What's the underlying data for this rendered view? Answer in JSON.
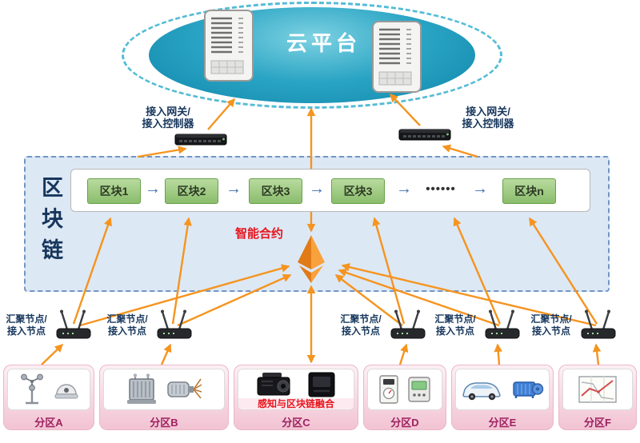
{
  "cloud": {
    "label": "云平台"
  },
  "gateways": {
    "left": {
      "line1": "接入网关/",
      "line2": "接入控制器"
    },
    "right": {
      "line1": "接入网关/",
      "line2": "接入控制器"
    }
  },
  "blockchain": {
    "title": "区块链",
    "smart_contract": "智能合约",
    "arrow_glyph": "→",
    "ellipsis": "••••••",
    "blocks": [
      {
        "label": "区块1"
      },
      {
        "label": "区块2"
      },
      {
        "label": "区块3"
      },
      {
        "label": "区块3"
      },
      {
        "label": "区块n"
      }
    ]
  },
  "agg_nodes": [
    {
      "line1": "汇聚节点/",
      "line2": "接入节点"
    },
    {
      "line1": "汇聚节点/",
      "line2": "接入节点"
    },
    {
      "line1": "汇聚节点/",
      "line2": "接入节点"
    },
    {
      "line1": "汇聚节点/",
      "line2": "接入节点"
    },
    {
      "line1": "汇聚节点/",
      "line2": "接入节点"
    }
  ],
  "zones": [
    {
      "label": "分区A"
    },
    {
      "label": "分区B"
    },
    {
      "label": "分区C",
      "banner": "感知与区块链融合"
    },
    {
      "label": "分区D"
    },
    {
      "label": "分区E"
    },
    {
      "label": "分区F"
    }
  ],
  "colors": {
    "arrow_orange": "#f5941f",
    "cloud_teal": "#1d9cbe",
    "block_green": "#9cc87d",
    "contract_red": "#e8151d",
    "blockchain_navy": "#16365c",
    "zone_label_rose": "#9e2160"
  }
}
